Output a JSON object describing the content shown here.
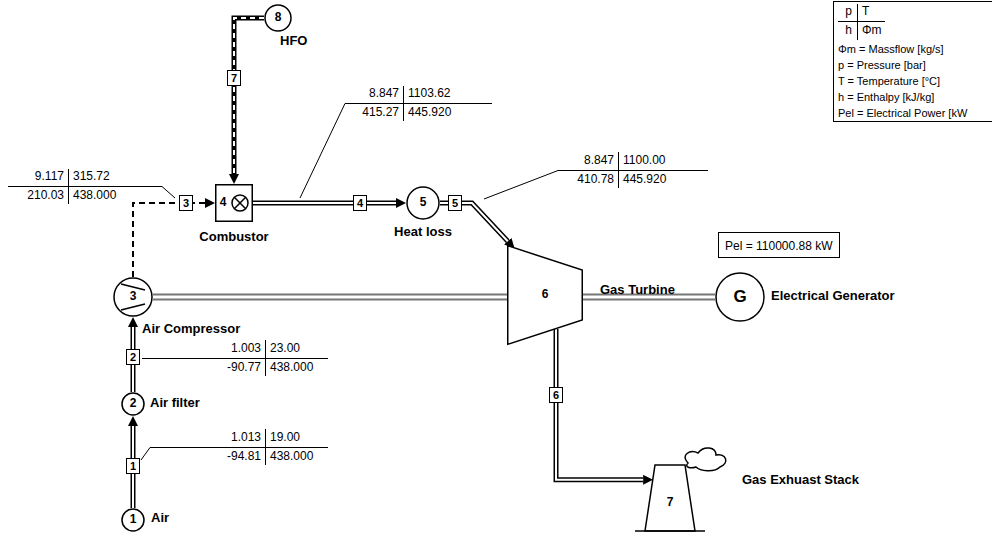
{
  "diagram": {
    "nodes": [
      {
        "text": [
          "1",
          "Air"
        ]
      },
      {
        "text": [
          "2",
          "Air filter"
        ]
      },
      {
        "text": [
          "3",
          "Air Compressor"
        ]
      },
      {
        "text": [
          "4",
          "Combustor"
        ]
      },
      {
        "text": [
          "5",
          "Heat loss"
        ]
      },
      {
        "text": [
          "6",
          "Gas Turbine"
        ]
      },
      {
        "text": [
          "7",
          "Gas Exhuast Stack"
        ]
      },
      {
        "text": [
          "8",
          "HFO"
        ]
      },
      {
        "text": [
          "G",
          "Electrical Generator"
        ]
      },
      {
        "text": [
          "Pel = 110000.88 kW"
        ]
      }
    ],
    "edges": [
      {
        "from": 0,
        "to": 1,
        "label": "1",
        "arrow": "to"
      },
      {
        "from": 1,
        "to": 2,
        "label": "2",
        "arrow": "to"
      },
      {
        "from": 2,
        "to": 3,
        "label": "3",
        "arrow": "to"
      },
      {
        "from": 3,
        "to": 4,
        "label": "4",
        "arrow": "to"
      },
      {
        "from": 4,
        "to": 5,
        "label": "5",
        "arrow": "to"
      },
      {
        "from": 5,
        "to": 6,
        "label": "6",
        "arrow": "to"
      },
      {
        "from": 7,
        "to": 3,
        "label": "7",
        "arrow": "to"
      },
      {
        "from": 2,
        "to": 5,
        "arrow": "none"
      },
      {
        "from": 5,
        "to": 8,
        "arrow": "none"
      }
    ],
    "labels": [
      "p",
      "T",
      "h",
      "Φm",
      "Φm = Massflow [kg/s]",
      "p = Pressure [bar]",
      "T = Temperature [°C]",
      "h = Enthalpy [kJ/kg]",
      "Pel = Electrical Power [kW",
      "8.847",
      "1103.62",
      "415.27",
      "445.920",
      "9.117",
      "315.72",
      "210.03",
      "438.000",
      "8.847",
      "1100.00",
      "410.78",
      "445.920",
      "1.003",
      "23.00",
      "-90.77",
      "438.000",
      "1.013",
      "19.00",
      "-94.81",
      "438.000"
    ]
  }
}
